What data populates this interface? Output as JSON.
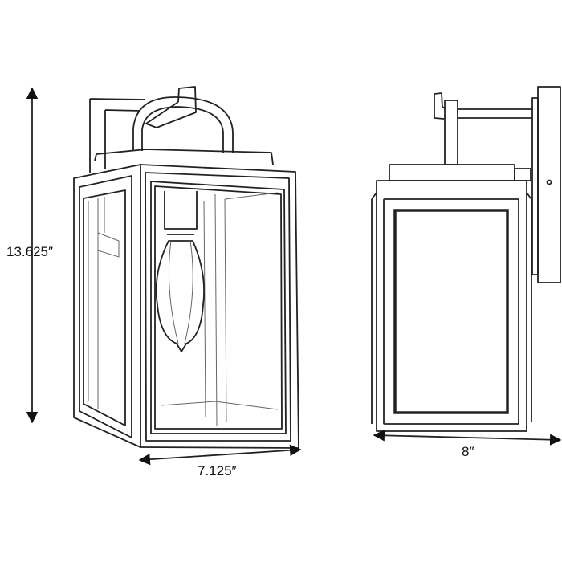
{
  "dimensions": {
    "height": "13.625″",
    "width_front": "7.125″",
    "depth_side": "8″"
  },
  "colors": {
    "line": "#222222",
    "background": "#ffffff"
  }
}
